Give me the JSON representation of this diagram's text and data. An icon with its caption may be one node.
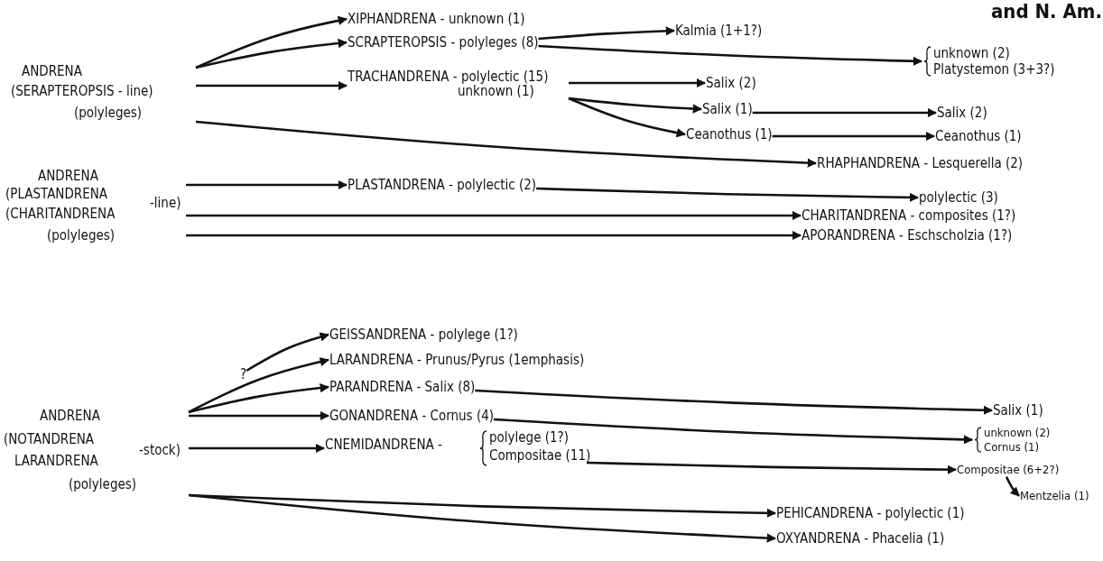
{
  "diagram": {
    "nodes": [
      {
        "text": [
          "ANDRENA",
          "(SERAPTEROPSIS - line)",
          "(polyleges)"
        ]
      },
      {
        "text": [
          "XIPHANDRENA - unknown (1)"
        ]
      },
      {
        "text": [
          "SCRAPTEROPSIS - polyleges (8)"
        ]
      },
      {
        "text": [
          "TRACHANDRENA - polylectic (15)",
          "unknown (1)"
        ]
      },
      {
        "text": [
          "Kalmia (1+1?)"
        ]
      },
      {
        "text": [
          "unknown (2)",
          "Platystemon (3+3?)"
        ]
      },
      {
        "text": [
          "Salix (2)"
        ]
      },
      {
        "text": [
          "Salix (1)"
        ]
      },
      {
        "text": [
          "Ceanothus (1)"
        ]
      },
      {
        "text": [
          "Salix (2)"
        ]
      },
      {
        "text": [
          "Ceanothus (1)"
        ]
      },
      {
        "text": [
          "RHAPHANDRENA - Lesquerella (2)"
        ]
      },
      {
        "text": [
          "ANDRENA",
          "(PLASTANDRENA",
          "(CHARITANDRENA",
          "-line)",
          "(polyleges)"
        ]
      },
      {
        "text": [
          "PLASTANDRENA - polylectic (2)"
        ]
      },
      {
        "text": [
          "polylectic (3)"
        ]
      },
      {
        "text": [
          "CHARITANDRENA - composites (1?)"
        ]
      },
      {
        "text": [
          "APORANDRENA - Eschscholzia (1?)"
        ]
      },
      {
        "text": [
          "ANDRENA",
          "(NOTANDRENA",
          "LARANDRENA",
          "-stock)",
          "(polyleges)"
        ]
      },
      {
        "text": [
          "?"
        ]
      },
      {
        "text": [
          "GEISSANDRENA - polylege (1?)"
        ]
      },
      {
        "text": [
          "LARANDRENA - Prunus/Pyrus (1emphasis)"
        ]
      },
      {
        "text": [
          "PARANDRENA - Salix (8)"
        ]
      },
      {
        "text": [
          "GONANDRENA - Cornus (4)"
        ]
      },
      {
        "text": [
          "CNEMIDANDRENA -",
          "polylege (1?)",
          "Compositae (11)"
        ]
      },
      {
        "text": [
          "Salix (1)"
        ]
      },
      {
        "text": [
          "unknown (2)",
          "Cornus (1)"
        ]
      },
      {
        "text": [
          "Compositae (6+2?)"
        ]
      },
      {
        "text": [
          "Mentzelia (1)"
        ]
      },
      {
        "text": [
          "PEHICANDRENA - polylectic (1)"
        ]
      },
      {
        "text": [
          "OXYANDRENA - Phacelia (1)"
        ]
      }
    ],
    "edges": [
      {
        "from": 0,
        "to": 1,
        "arrow": "to"
      },
      {
        "from": 0,
        "to": 2,
        "arrow": "to"
      },
      {
        "from": 0,
        "to": 3,
        "arrow": "to"
      },
      {
        "from": 0,
        "to": 11,
        "arrow": "to"
      },
      {
        "from": 2,
        "to": 4,
        "arrow": "to"
      },
      {
        "from": 2,
        "to": 5,
        "arrow": "to"
      },
      {
        "from": 3,
        "to": 6,
        "arrow": "to"
      },
      {
        "from": 3,
        "to": 7,
        "arrow": "to"
      },
      {
        "from": 3,
        "to": 8,
        "arrow": "to"
      },
      {
        "from": 7,
        "to": 9,
        "arrow": "to"
      },
      {
        "from": 8,
        "to": 10,
        "arrow": "to"
      },
      {
        "from": 12,
        "to": 13,
        "arrow": "to"
      },
      {
        "from": 12,
        "to": 15,
        "arrow": "to"
      },
      {
        "from": 12,
        "to": 16,
        "arrow": "to"
      },
      {
        "from": 13,
        "to": 14,
        "arrow": "to"
      },
      {
        "from": 18,
        "to": 19,
        "arrow": "to"
      },
      {
        "from": 17,
        "to": 20,
        "arrow": "to"
      },
      {
        "from": 17,
        "to": 21,
        "arrow": "to"
      },
      {
        "from": 17,
        "to": 22,
        "arrow": "to"
      },
      {
        "from": 17,
        "to": 23,
        "arrow": "to"
      },
      {
        "from": 17,
        "to": 28,
        "arrow": "to"
      },
      {
        "from": 17,
        "to": 29,
        "arrow": "to"
      },
      {
        "from": 21,
        "to": 24,
        "arrow": "to"
      },
      {
        "from": 22,
        "to": 25,
        "arrow": "to"
      },
      {
        "from": 23,
        "to": 26,
        "arrow": "to"
      },
      {
        "from": 26,
        "to": 27,
        "arrow": "to"
      }
    ],
    "labels": [
      "and N. Am."
    ]
  }
}
